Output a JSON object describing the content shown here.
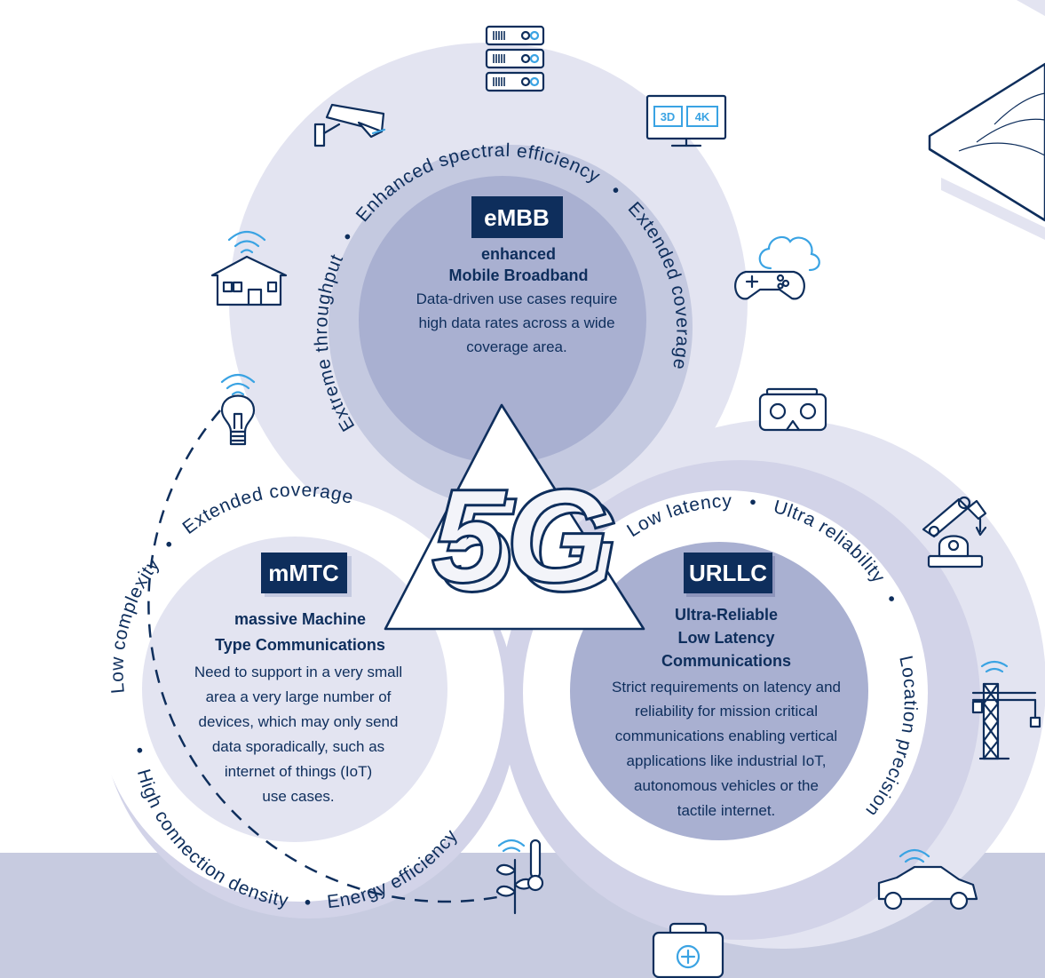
{
  "logo_text": "5G",
  "embb": {
    "badge": "eMBB",
    "title_line1": "enhanced",
    "title_line2": "Mobile Broadband",
    "body": [
      "Data-driven use cases require",
      "high data rates across a wide",
      "coverage area."
    ],
    "ring_labels": [
      "Extreme throughput",
      "•",
      "Enhanced spectral efficiency",
      "•",
      "Extended coverage"
    ]
  },
  "mmtc": {
    "badge": "mMTC",
    "title_line1": "massive Machine",
    "title_line2": "Type Communications",
    "body": [
      "Need to support in a very small",
      "area a very large number of",
      "devices, which may only send",
      "data sporadically, such as",
      "internet of things (IoT)",
      "use cases."
    ],
    "ring_labels": [
      "Low complexity",
      "•",
      "Extended coverage",
      "•",
      "High connection density",
      "•",
      "Energy efficiency"
    ]
  },
  "urllc": {
    "badge": "URLLC",
    "title_line1": "Ultra-Reliable",
    "title_line2": "Low Latency",
    "title_line3": "Communications",
    "body": [
      "Strict requirements on latency and",
      "reliability for mission critical",
      "communications enabling vertical",
      "applications like industrial IoT,",
      "autonomous vehicles or the",
      "tactile internet."
    ],
    "ring_labels": [
      "Low latency",
      "•",
      "Ultra reliability",
      "•",
      "Location precision"
    ]
  },
  "icons": {
    "server": "server-rack-icon",
    "camera": "security-camera-icon",
    "tv": "tv-3d-4k-icon",
    "tv_labels": [
      "3D",
      "4K"
    ],
    "house": "smart-home-icon",
    "gamepad": "cloud-gaming-icon",
    "bulb": "smart-bulb-icon",
    "vr": "vr-headset-icon",
    "robot": "robot-arm-icon",
    "crane": "crane-icon",
    "plant": "smart-farming-icon",
    "car": "connected-car-icon",
    "medkit": "remote-health-icon"
  },
  "colors": {
    "navy": "#0e2e5c",
    "light_ring": "#e3e4f1",
    "mid_ring": "#d2d3e8",
    "inner_circle": "#a9b0d1",
    "bottom_band": "#c7cbe0",
    "accent_blue": "#3aa3e3"
  }
}
